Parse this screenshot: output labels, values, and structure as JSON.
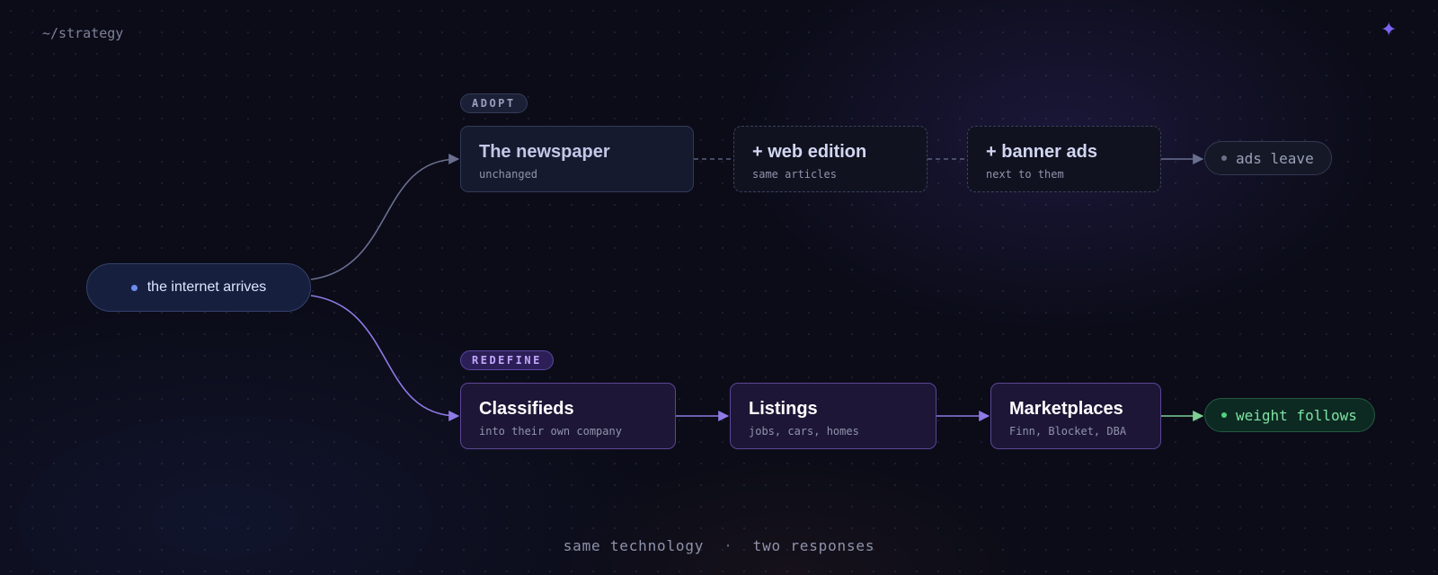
{
  "header": {
    "path": "~/strategy",
    "sparkle_icon": "sparkle-icon"
  },
  "origin": {
    "label": "the internet arrives"
  },
  "adopt": {
    "label": "ADOPT",
    "steps": [
      {
        "title": "The newspaper",
        "subtitle": "unchanged"
      },
      {
        "title": "+ web edition",
        "subtitle": "same articles"
      },
      {
        "title": "+ banner ads",
        "subtitle": "next to them"
      }
    ],
    "outcome": "ads leave"
  },
  "redefine": {
    "label": "REDEFINE",
    "steps": [
      {
        "title": "Classifieds",
        "subtitle": "into their own company"
      },
      {
        "title": "Listings",
        "subtitle": "jobs, cars, homes"
      },
      {
        "title": "Marketplaces",
        "subtitle": "Finn, Blocket, DBA"
      }
    ],
    "outcome": "weight follows"
  },
  "footer": {
    "left": "same technology",
    "separator": "·",
    "right": "two responses"
  },
  "colors": {
    "background": "#0b0c18",
    "adopt_line": "#6a6f8f",
    "redefine_line": "#8f7ae6",
    "follow_line": "#7ecf95",
    "accent": "#7b63f2"
  }
}
